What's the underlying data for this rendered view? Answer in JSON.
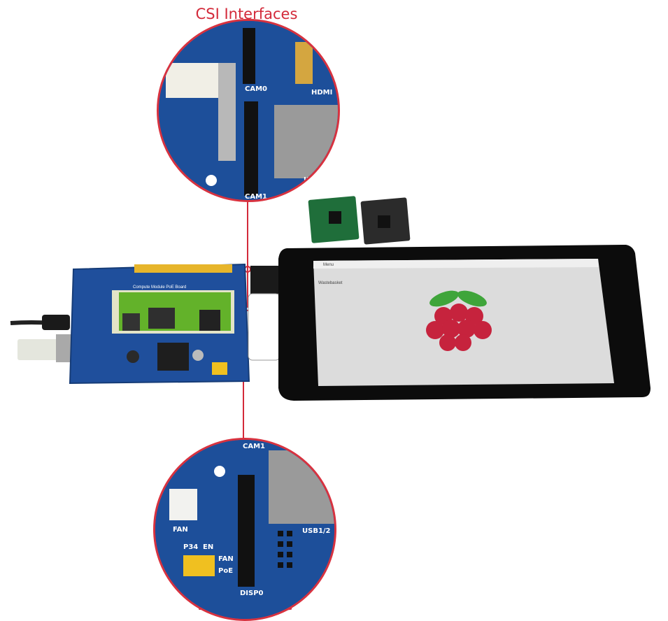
{
  "callouts": {
    "csi_title": "CSI Interfaces",
    "dsi_title": "DSI Interface"
  },
  "zoom_top": {
    "cam0": "CAM0",
    "cam1": "CAM1",
    "hdmi": "HDMI",
    "usb": "US"
  },
  "zoom_bottom": {
    "cam1": "CAM1",
    "fan": "FAN",
    "p34": "P34",
    "en": "EN",
    "fan2": "FAN",
    "poe": "PoE",
    "usb12": "USB1/2",
    "disp0": "DISP0"
  },
  "board": {
    "name": "Compute Module PoE Board"
  },
  "screen": {
    "menu_label": "Menu",
    "desktop_icon_label": "Wastebasket"
  },
  "colors": {
    "accent_red": "#d32a3a",
    "pcb_blue": "#1d4f9a",
    "header_yellow": "#e7b52b"
  }
}
